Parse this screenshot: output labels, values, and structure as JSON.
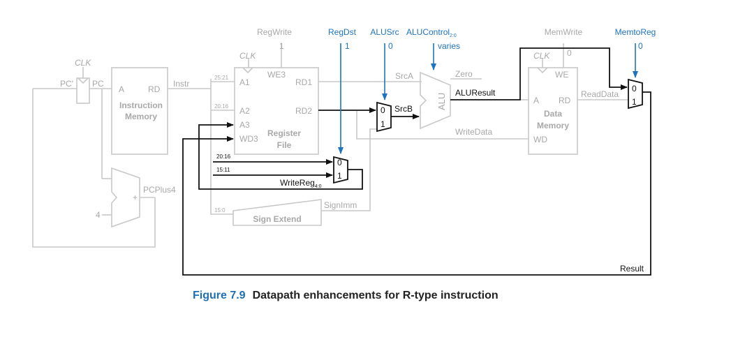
{
  "colors": {
    "gray": "#c8c8c8",
    "gray_text": "#a8a8a8",
    "black": "#111111",
    "blue": "#1e73be"
  },
  "caption": {
    "figure_number": "Figure 7.9",
    "title": "Datapath enhancements for R-type instruction"
  },
  "control": {
    "regwrite": {
      "label": "RegWrite",
      "value": "1"
    },
    "regdst": {
      "label": "RegDst",
      "value": "1"
    },
    "alusrc": {
      "label": "ALUSrc",
      "value": "0"
    },
    "alucontrol": {
      "label": "ALUControl",
      "subscript": "2:0",
      "value": "varies"
    },
    "memwrite": {
      "label": "MemWrite",
      "value": "0"
    },
    "memtoreg": {
      "label": "MemtoReg",
      "value": "0"
    }
  },
  "clk": {
    "label": "CLK"
  },
  "pc": {
    "pc_prime": "PC'",
    "pc": "PC"
  },
  "imem": {
    "title_line1": "Instruction",
    "title_line2": "Memory",
    "port_a": "A",
    "port_rd": "RD",
    "output": "Instr"
  },
  "regfile": {
    "title_line1": "Register",
    "title_line2": "File",
    "a1": "A1",
    "a2": "A2",
    "a3": "A3",
    "wd3": "WD3",
    "we3": "WE3",
    "rd1": "RD1",
    "rd2": "RD2",
    "field_25_21": "25:21",
    "field_20_16": "20:16",
    "field_20_16_b": "20:16",
    "field_15_11": "15:11",
    "field_15_0": "15:0",
    "writereg": "WriteReg",
    "writereg_sub": "4:0"
  },
  "alu": {
    "label": "ALU",
    "srca": "SrcA",
    "srcb": "SrcB",
    "zero": "Zero",
    "result": "ALUResult",
    "writedata": "WriteData"
  },
  "dmem": {
    "title_line1": "Data",
    "title_line2": "Memory",
    "we": "WE",
    "port_a": "A",
    "port_rd": "RD",
    "port_wd": "WD",
    "readdata": "ReadData"
  },
  "signext": {
    "label": "Sign Extend",
    "output": "SignImm"
  },
  "adder": {
    "plus": "+",
    "output": "PCPlus4",
    "const": "4"
  },
  "mux": {
    "in0": "0",
    "in1": "1"
  },
  "result": {
    "label": "Result"
  }
}
